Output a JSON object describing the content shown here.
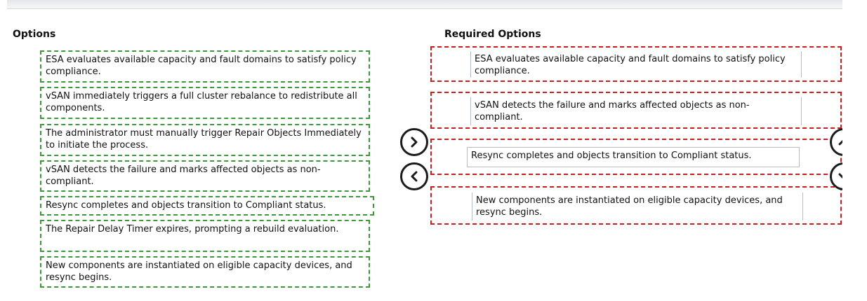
{
  "options_panel": {
    "heading": "Options",
    "items": [
      "ESA evaluates available capacity and fault domains to satisfy policy compliance.",
      "vSAN immediately triggers a full cluster rebalance to redistribute all components.",
      "The administrator must manually trigger Repair Objects Immediately to initiate the process.",
      "vSAN detects the failure and marks affected objects as non-compliant.",
      "Resync completes and objects transition to Compliant status.",
      "The Repair Delay Timer expires, prompting a rebuild evaluation.",
      "New components are instantiated on eligible capacity devices, and resync begins."
    ]
  },
  "required_panel": {
    "heading": "Required Options",
    "items": [
      "ESA evaluates available capacity and fault domains to satisfy policy compliance.",
      "vSAN detects the failure and marks affected objects as non-compliant.",
      "Resync completes and objects transition to Compliant status.",
      "New components are instantiated on eligible capacity devices, and resync begins."
    ]
  },
  "icons": {
    "move_right": "chevron-right-icon",
    "move_left": "chevron-left-icon",
    "move_up": "chevron-up-icon",
    "move_down": "chevron-down-icon"
  },
  "colors": {
    "option_border": "#3a9a3a",
    "slot_border": "#d11a1a"
  }
}
